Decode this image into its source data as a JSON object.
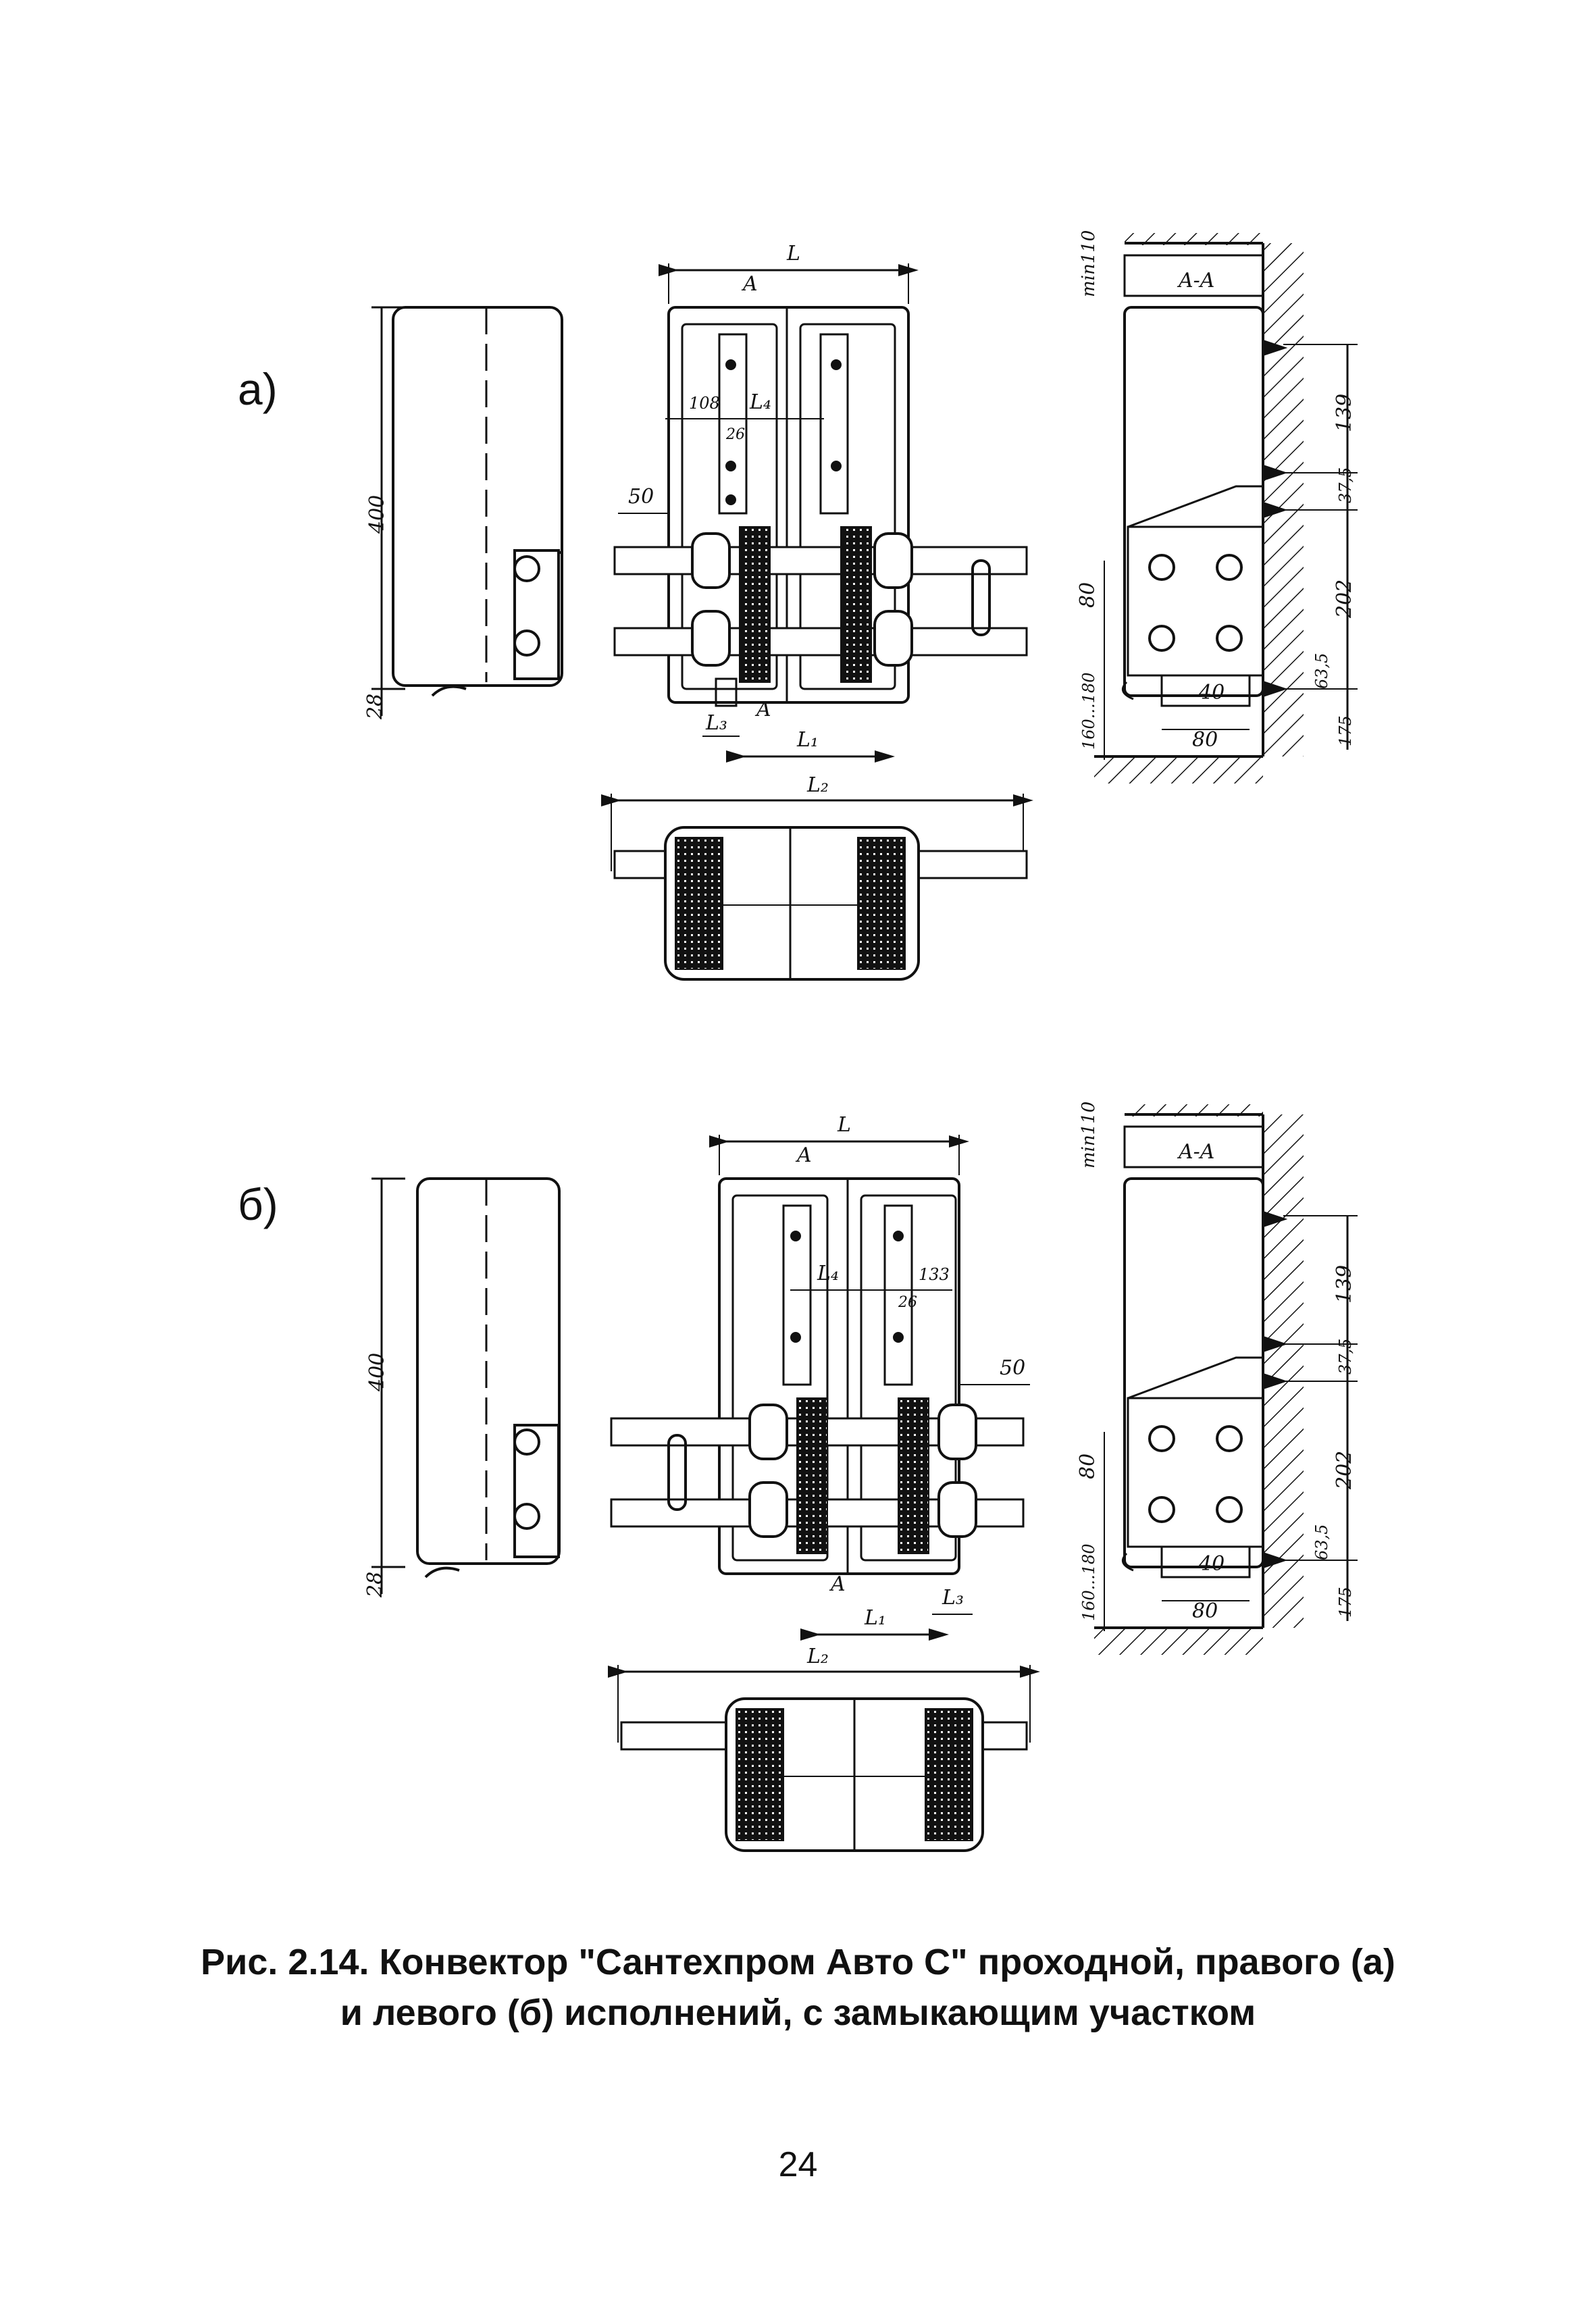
{
  "panels": [
    {
      "label": "а)",
      "dims": {
        "L": "L",
        "L1": "L₁",
        "L2": "L₂",
        "L3": "L₃",
        "L4": "L₄",
        "A": "A",
        "section": "A-A",
        "d400": "400",
        "d28": "28",
        "d50": "50",
        "d108": "108",
        "d26": "26",
        "min110": "min110",
        "d139": "139",
        "d37_5": "37,5",
        "d202": "202",
        "d63_5": "63,5",
        "d175": "175",
        "d80v": "80",
        "d160_180": "160...180",
        "d40": "40",
        "d80h": "80"
      }
    },
    {
      "label": "б)",
      "dims": {
        "L": "L",
        "L1": "L₁",
        "L2": "L₂",
        "L3": "L₃",
        "L4": "L₄",
        "A": "A",
        "section": "A-A",
        "d400": "400",
        "d28": "28",
        "d50": "50",
        "d133": "133",
        "d26": "26",
        "min110": "min110",
        "d139": "139",
        "d37_5": "37,5",
        "d202": "202",
        "d63_5": "63,5",
        "d175": "175",
        "d80v": "80",
        "d160_180": "160...180",
        "d40": "40",
        "d80h": "80"
      }
    }
  ],
  "caption": {
    "line1": "Рис. 2.14. Конвектор \"Сантехпром Авто С\" проходной, правого (а)",
    "line2": "и левого (б) исполнений, с замыкающим участком"
  },
  "page_number": "24"
}
